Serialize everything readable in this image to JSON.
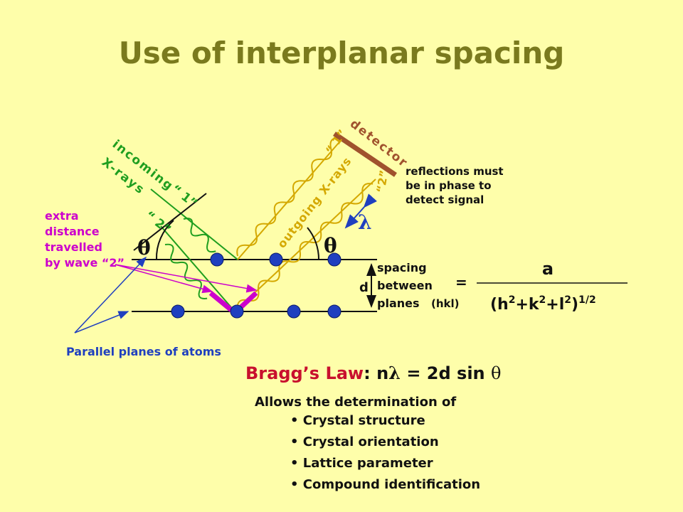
{
  "title": "Use of interplanar spacing",
  "labels": {
    "incoming": "incoming",
    "xrays": "X-rays",
    "ray1": "“ 1”",
    "ray2": "“ 2”",
    "outgoing": "outgoing X-rays",
    "detector": "detector",
    "det1": "“ 1”",
    "det2": "“2”",
    "theta": "θ",
    "lambda": "λ",
    "d": "d",
    "phase_note": [
      "reflections must",
      "be in phase to",
      "detect signal"
    ],
    "extra_distance": [
      "extra",
      "distance",
      "travelled",
      "by wave “2”"
    ],
    "spacing": [
      "spacing",
      "between",
      "planes"
    ],
    "hkl": "(hkl)",
    "equals": "=",
    "numerator": "a",
    "parallel": "Parallel planes of atoms"
  },
  "bragg": {
    "name": "Bragg’s Law",
    "colon": ": n",
    "lambda": "λ",
    "mid": " = 2d sin ",
    "theta": "θ"
  },
  "allows": "Allows the determination of",
  "uses": [
    "Crystal structure",
    "Crystal orientation",
    "Lattice parameter",
    "Compound identification"
  ],
  "colors": {
    "background": "#fefeaa",
    "title": "#7a7a1e",
    "incoming": "#1f9e1f",
    "outgoing": "#d4a800",
    "detector": "#a0522d",
    "atom": "#1f3fbf",
    "extra": "#cc00cc",
    "bragg_name": "#c8102e"
  }
}
